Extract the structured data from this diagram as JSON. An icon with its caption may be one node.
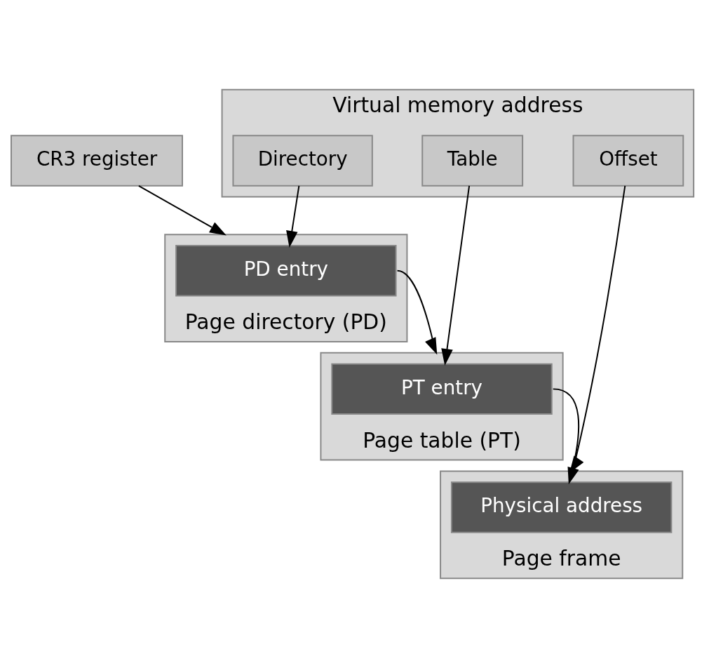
{
  "diagram": {
    "nodes": [
      {
        "text": [
          "Virtual memory address"
        ]
      },
      {
        "text": [
          "Directory"
        ],
        "in": 0
      },
      {
        "text": [
          "Table"
        ],
        "in": 0
      },
      {
        "text": [
          "Offset"
        ],
        "in": 0
      },
      {
        "text": [
          "Page directory (PD)"
        ]
      },
      {
        "text": [
          "Page table (PT)"
        ]
      },
      {
        "text": [
          "Page frame"
        ]
      },
      {
        "text": [
          "Physical address"
        ],
        "in": 6
      },
      {
        "text": [
          "PT entry"
        ],
        "in": 5
      },
      {
        "text": [
          "PD entry"
        ],
        "in": 4
      },
      {
        "text": [
          "CR3 register"
        ]
      }
    ],
    "edges": [
      {
        "from": 1,
        "to": 9,
        "arrow": "to"
      },
      {
        "from": 2,
        "to": 8,
        "arrow": "to"
      },
      {
        "from": 3,
        "to": 7,
        "arrow": "to"
      },
      {
        "from": 9,
        "to": 5,
        "arrow": "to"
      },
      {
        "from": 8,
        "to": 6,
        "arrow": "to"
      },
      {
        "from": 10,
        "to": 4,
        "arrow": "to"
      }
    ]
  }
}
